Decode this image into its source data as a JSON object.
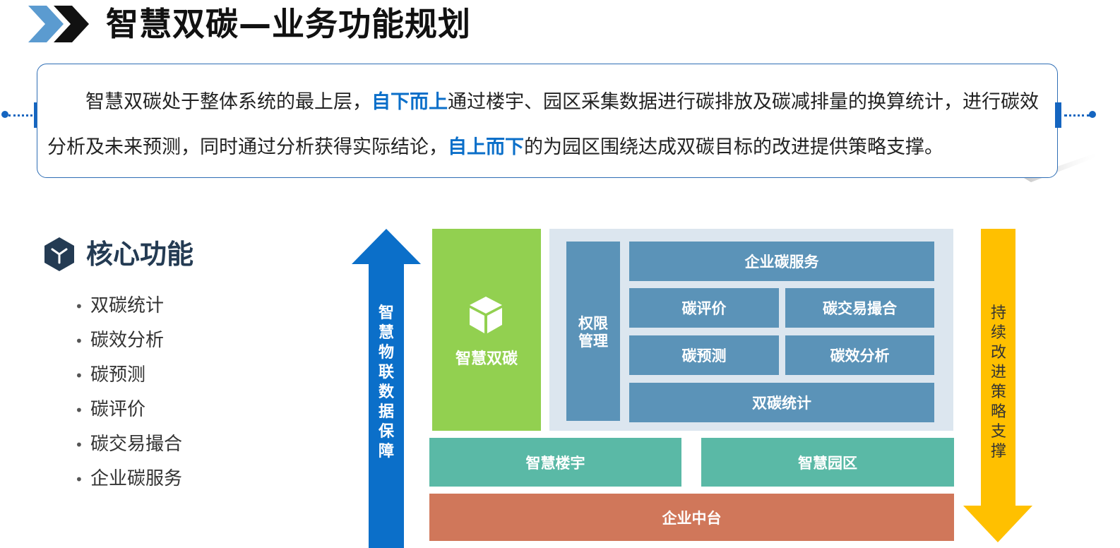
{
  "title": "智慧双碳—业务功能规划",
  "intro": {
    "part1": "智慧双碳处于整体系统的最上层，",
    "highlight1": "自下而上",
    "part2": "通过楼宇、园区采集数据进行碳排放及碳减排量的换算统计，进行碳效分析及未来预测，同时通过分析获得实际结论，",
    "highlight2": "自上而下",
    "part3": "的为园区围绕达成双碳目标的改进提供策略支撑。"
  },
  "core": {
    "title": "核心功能",
    "items": [
      "双碳统计",
      "碳效分析",
      "碳预测",
      "碳评价",
      "碳交易撮合",
      "企业碳服务"
    ]
  },
  "diagram": {
    "left_arrow_label": "智慧物联数据保障",
    "right_arrow_label": "持续改进策略支撑",
    "smart_carbon": "智慧双碳",
    "permission": "权限管理",
    "enterprise_service": "企业碳服务",
    "evaluation": "碳评价",
    "trading": "碳交易撮合",
    "forecast": "碳预测",
    "efficiency": "碳效分析",
    "statistics": "双碳统计",
    "smart_building": "智慧楼宇",
    "smart_park": "智慧园区",
    "enterprise_platform": "企业中台"
  },
  "colors": {
    "accent_blue": "#0b6fc9",
    "arrow_blue": "#0b6fc9",
    "arrow_yellow": "#ffc000",
    "green": "#92d050",
    "steel_blue": "#5b93b8",
    "teal": "#5ab9a6",
    "orange": "#d0775a"
  },
  "icons": {
    "title": "double-chevron-icon",
    "core": "hexagon-cube-icon",
    "smart_carbon": "cube-icon"
  }
}
